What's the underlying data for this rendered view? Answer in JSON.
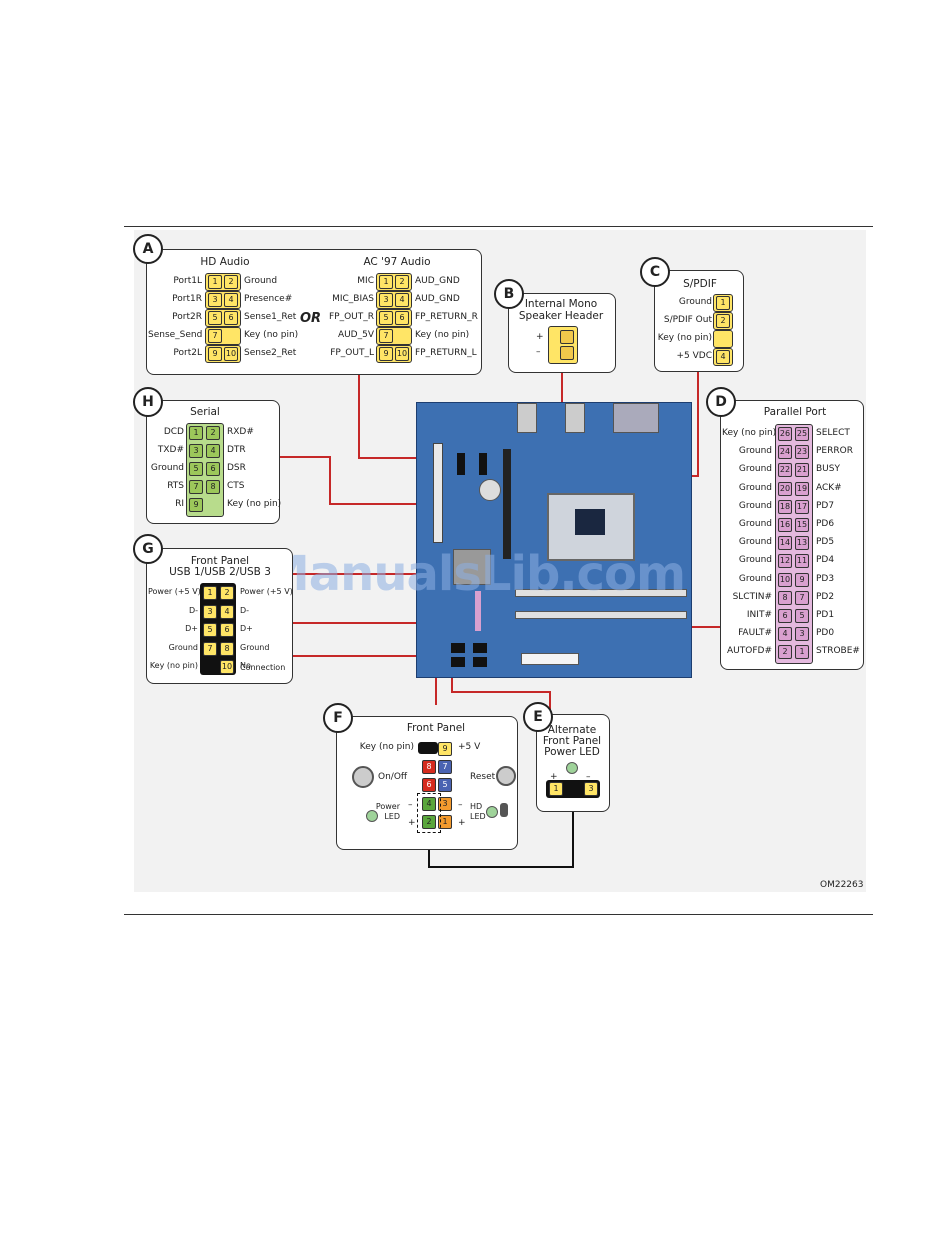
{
  "A": {
    "badge": "A",
    "hd_title": "HD Audio",
    "ac_title": "AC '97 Audio",
    "or_text": "OR",
    "hd_rows": [
      {
        "left": "Port1L",
        "p1": "1",
        "p2": "2",
        "right": "Ground"
      },
      {
        "left": "Port1R",
        "p1": "3",
        "p2": "4",
        "right": "Presence#"
      },
      {
        "left": "Port2R",
        "p1": "5",
        "p2": "6",
        "right": "Sense1_Ret"
      },
      {
        "left": "Sense_Send",
        "p1": "7",
        "p2": "",
        "right": "Key (no pin)"
      },
      {
        "left": "Port2L",
        "p1": "9",
        "p2": "10",
        "right": "Sense2_Ret"
      }
    ],
    "ac_rows": [
      {
        "left": "MIC",
        "p1": "1",
        "p2": "2",
        "right": "AUD_GND"
      },
      {
        "left": "MIC_BIAS",
        "p1": "3",
        "p2": "4",
        "right": "AUD_GND"
      },
      {
        "left": "FP_OUT_R",
        "p1": "5",
        "p2": "6",
        "right": "FP_RETURN_R"
      },
      {
        "left": "AUD_5V",
        "p1": "7",
        "p2": "",
        "right": "Key (no pin)"
      },
      {
        "left": "FP_OUT_L",
        "p1": "9",
        "p2": "10",
        "right": "FP_RETURN_L"
      }
    ]
  },
  "B": {
    "badge": "B",
    "title_line1": "Internal Mono",
    "title_line2": "Speaker Header",
    "plus": "+",
    "minus": "–"
  },
  "C": {
    "badge": "C",
    "title": "S/PDIF",
    "rows": [
      {
        "label": "Ground",
        "pin": "1"
      },
      {
        "label": "S/PDIF Out",
        "pin": "2"
      },
      {
        "label": "Key (no pin)",
        "pin": ""
      },
      {
        "label": "+5 VDC",
        "pin": "4"
      }
    ]
  },
  "D": {
    "badge": "D",
    "title": "Parallel Port",
    "rows": [
      {
        "left": "Key (no pin)",
        "p1": "26",
        "p2": "25",
        "right": "SELECT"
      },
      {
        "left": "Ground",
        "p1": "24",
        "p2": "23",
        "right": "PERROR"
      },
      {
        "left": "Ground",
        "p1": "22",
        "p2": "21",
        "right": "BUSY"
      },
      {
        "left": "Ground",
        "p1": "20",
        "p2": "19",
        "right": "ACK#"
      },
      {
        "left": "Ground",
        "p1": "18",
        "p2": "17",
        "right": "PD7"
      },
      {
        "left": "Ground",
        "p1": "16",
        "p2": "15",
        "right": "PD6"
      },
      {
        "left": "Ground",
        "p1": "14",
        "p2": "13",
        "right": "PD5"
      },
      {
        "left": "Ground",
        "p1": "12",
        "p2": "11",
        "right": "PD4"
      },
      {
        "left": "Ground",
        "p1": "10",
        "p2": "9",
        "right": "PD3"
      },
      {
        "left": "SLCTIN#",
        "p1": "8",
        "p2": "7",
        "right": "PD2"
      },
      {
        "left": "INIT#",
        "p1": "6",
        "p2": "5",
        "right": "PD1"
      },
      {
        "left": "FAULT#",
        "p1": "4",
        "p2": "3",
        "right": "PD0"
      },
      {
        "left": "AUTOFD#",
        "p1": "2",
        "p2": "1",
        "right": "STROBE#"
      }
    ]
  },
  "E": {
    "badge": "E",
    "title_line1": "Alternate",
    "title_line2": "Front Panel",
    "title_line3": "Power LED",
    "pin1": "1",
    "pin3": "3",
    "plus": "+",
    "minus": "–"
  },
  "F": {
    "badge": "F",
    "title": "Front Panel",
    "key_label": "Key (no pin)",
    "plus5_label": "+5 V",
    "onoff_label": "On/Off",
    "reset_label": "Reset",
    "power_led_label_1": "Power",
    "power_led_label_2": "LED",
    "hd_led_label_1": "HD",
    "hd_led_label_2": "LED",
    "pins": {
      "p9": "9",
      "p8": "8",
      "p7": "7",
      "p6": "6",
      "p5": "5",
      "p4": "4",
      "p3": "3",
      "p2": "2",
      "p1": "1"
    },
    "minus": "–",
    "plus": "+"
  },
  "G": {
    "badge": "G",
    "title_line1": "Front Panel",
    "title_line2": "USB 1/USB 2/USB 3",
    "rows": [
      {
        "left": "Power (+5 V)",
        "p1": "1",
        "p2": "2",
        "right": "Power (+5 V)"
      },
      {
        "left": "D-",
        "p1": "3",
        "p2": "4",
        "right": "D-"
      },
      {
        "left": "D+",
        "p1": "5",
        "p2": "6",
        "right": "D+"
      },
      {
        "left": "Ground",
        "p1": "7",
        "p2": "8",
        "right": "Ground"
      },
      {
        "left": "Key (no pin)",
        "p1": "",
        "p2": "10",
        "right": "No"
      }
    ],
    "no_connection_2": "Connection"
  },
  "H": {
    "badge": "H",
    "title": "Serial",
    "rows": [
      {
        "left": "DCD",
        "p1": "1",
        "p2": "2",
        "right": "RXD#"
      },
      {
        "left": "TXD#",
        "p1": "3",
        "p2": "4",
        "right": "DTR"
      },
      {
        "left": "Ground",
        "p1": "5",
        "p2": "6",
        "right": "DSR"
      },
      {
        "left": "RTS",
        "p1": "7",
        "p2": "8",
        "right": "CTS"
      },
      {
        "left": "RI",
        "p1": "9",
        "p2": "",
        "right": "Key (no pin)"
      }
    ]
  },
  "figure_code": "OM22263",
  "watermark": "ManualsLib.com",
  "colors": {
    "wire": "#c62828",
    "board": "#3d70b2",
    "yellow_pin": "#ffe566",
    "green_pin": "#9cc75a",
    "pink_pin": "#d9a0cf"
  }
}
